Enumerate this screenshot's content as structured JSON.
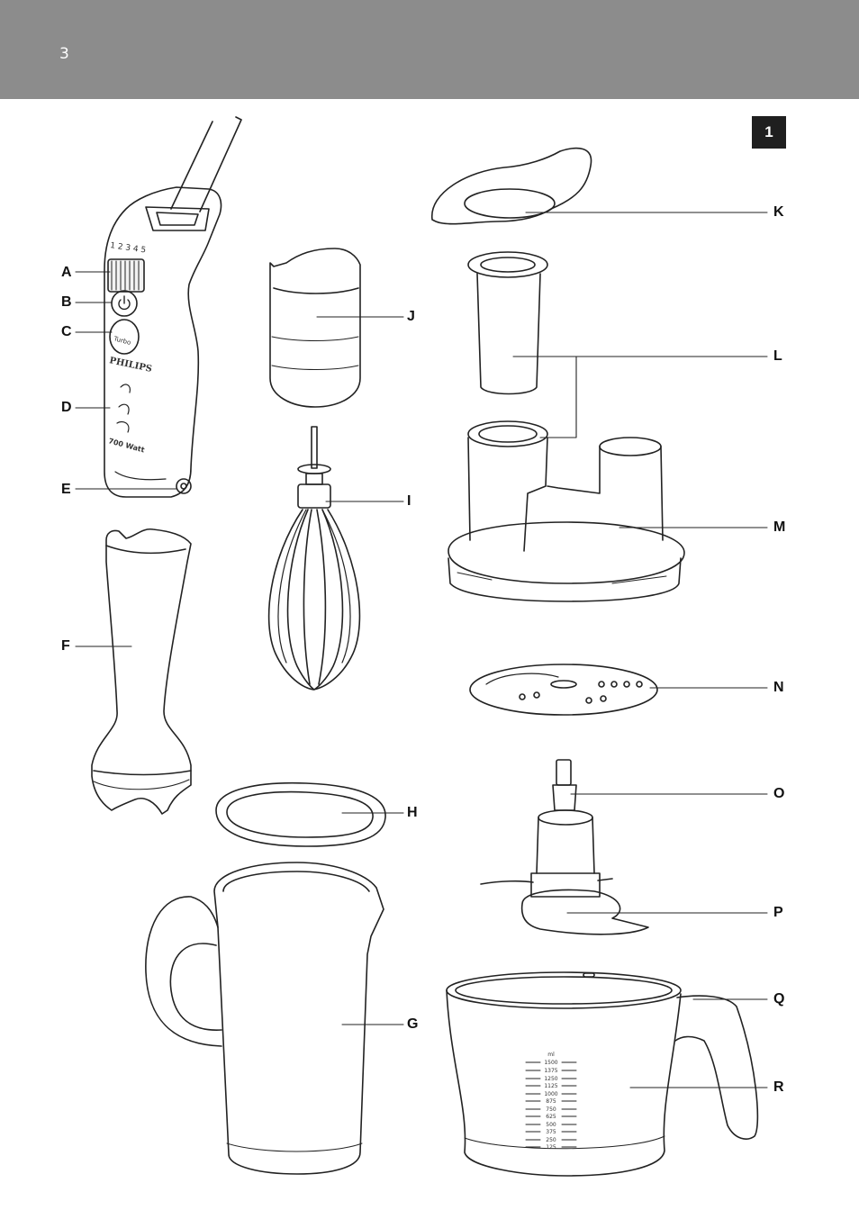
{
  "page": {
    "number": "3",
    "figure_number": "1"
  },
  "device": {
    "speed_marks": "1 2 3 4 5",
    "brand": "PHILIPS",
    "turbo_label": "Turbo",
    "power_label": "700 Watt"
  },
  "beaker_scale": {
    "unit": "ml",
    "marks": [
      "1500",
      "1375",
      "1250",
      "1125",
      "1000",
      "875",
      "750",
      "625",
      "500",
      "375",
      "250",
      "125"
    ]
  },
  "parts": [
    {
      "letter": "A"
    },
    {
      "letter": "B"
    },
    {
      "letter": "C"
    },
    {
      "letter": "D"
    },
    {
      "letter": "E"
    },
    {
      "letter": "F"
    },
    {
      "letter": "G"
    },
    {
      "letter": "H"
    },
    {
      "letter": "I"
    },
    {
      "letter": "J"
    },
    {
      "letter": "K"
    },
    {
      "letter": "L"
    },
    {
      "letter": "M"
    },
    {
      "letter": "N"
    },
    {
      "letter": "O"
    },
    {
      "letter": "P"
    },
    {
      "letter": "Q"
    },
    {
      "letter": "R"
    }
  ],
  "colors": {
    "header": "#8c8c8c",
    "badge": "#1f1f1f",
    "line": "#222222"
  }
}
